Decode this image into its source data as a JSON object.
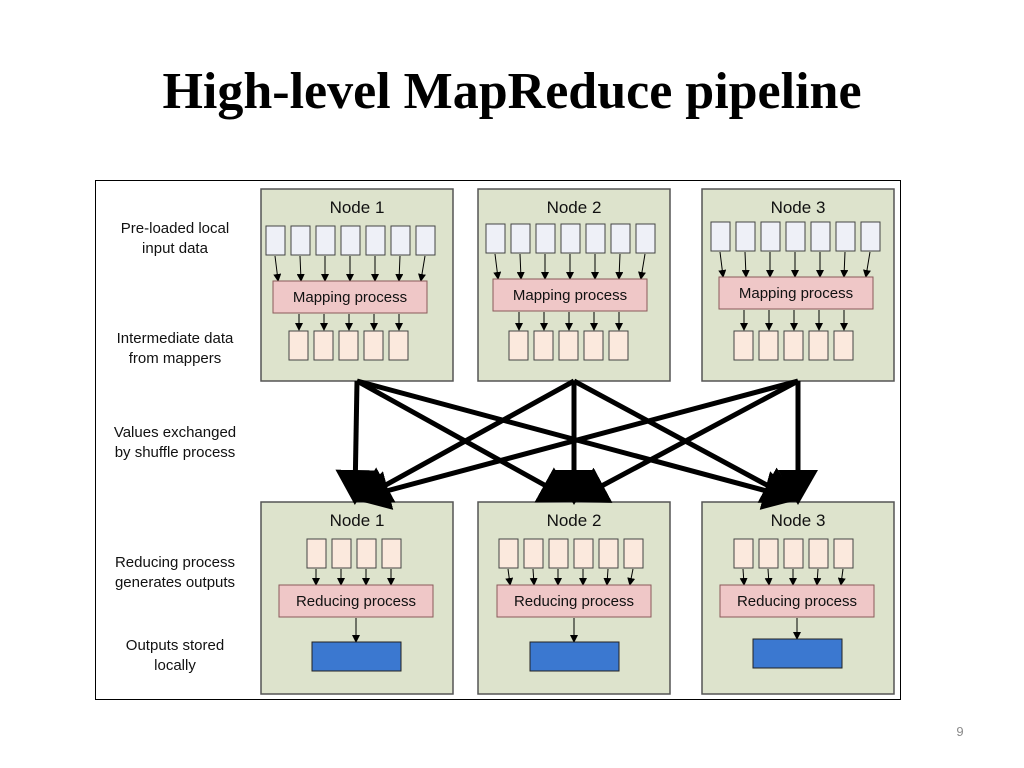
{
  "slide": {
    "title": "High-level MapReduce pipeline",
    "page_number": "9"
  },
  "diagram": {
    "row_labels": {
      "input_line1": "Pre-loaded local",
      "input_line2": "input data",
      "intermediate_line1": "Intermediate data",
      "intermediate_line2": "from mappers",
      "shuffle_line1": "Values exchanged",
      "shuffle_line2": "by shuffle process",
      "reduce_line1": "Reducing process",
      "reduce_line2": "generates outputs",
      "output_line1": "Outputs stored",
      "output_line2": "locally"
    },
    "map_nodes": [
      {
        "title": "Node 1",
        "process": "Mapping process",
        "input_blocks": 7,
        "intermediate_blocks": 5
      },
      {
        "title": "Node 2",
        "process": "Mapping process",
        "input_blocks": 7,
        "intermediate_blocks": 5
      },
      {
        "title": "Node 3",
        "process": "Mapping process",
        "input_blocks": 7,
        "intermediate_blocks": 5
      }
    ],
    "reduce_nodes": [
      {
        "title": "Node 1",
        "process": "Reducing process",
        "input_blocks": 4
      },
      {
        "title": "Node 2",
        "process": "Reducing process",
        "input_blocks": 6
      },
      {
        "title": "Node 3",
        "process": "Reducing process",
        "input_blocks": 5
      }
    ],
    "colors": {
      "node_fill": "#dde3cc",
      "node_border": "#555555",
      "input_block_fill": "#eef0f7",
      "intermediate_block_fill": "#fbe9dd",
      "process_fill": "#efc7c7",
      "process_border": "#8a5a5a",
      "output_fill": "#3b78d0",
      "arrow": "#000000"
    }
  }
}
